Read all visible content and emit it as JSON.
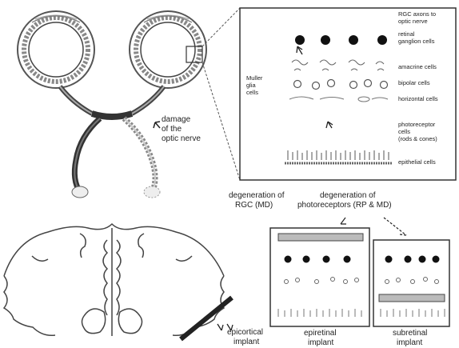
{
  "labels": {
    "rgc_axons_l1": "RGC axons to",
    "rgc_axons_l2": "optic nerve",
    "rgc_cells_l1": "retinal",
    "rgc_cells_l2": "ganglion cells",
    "amacrine": "amacrine cells",
    "muller_l1": "Muller",
    "muller_l2": "glia",
    "muller_l3": "cells",
    "bipolar": "bipolar cells",
    "horizontal": "horizontal cells",
    "photo_l1": "photoreceptor",
    "photo_l2": "cells",
    "photo_l3": "(rods & cones)",
    "epithelial": "epithelial cells",
    "damage_l1": "damage",
    "damage_l2": "of the",
    "damage_l3": "optic nerve",
    "degen_rgc_l1": "degeneration of",
    "degen_rgc_l2": "RGC (MD)",
    "degen_photo_l1": "degeneration of",
    "degen_photo_l2": "photoreceptors (RP & MD)",
    "epicortical_l1": "epicortical",
    "epicortical_l2": "implant",
    "epiretinal_l1": "epiretinal",
    "epiretinal_l2": "implant",
    "subretinal_l1": "subretinal",
    "subretinal_l2": "implant"
  }
}
